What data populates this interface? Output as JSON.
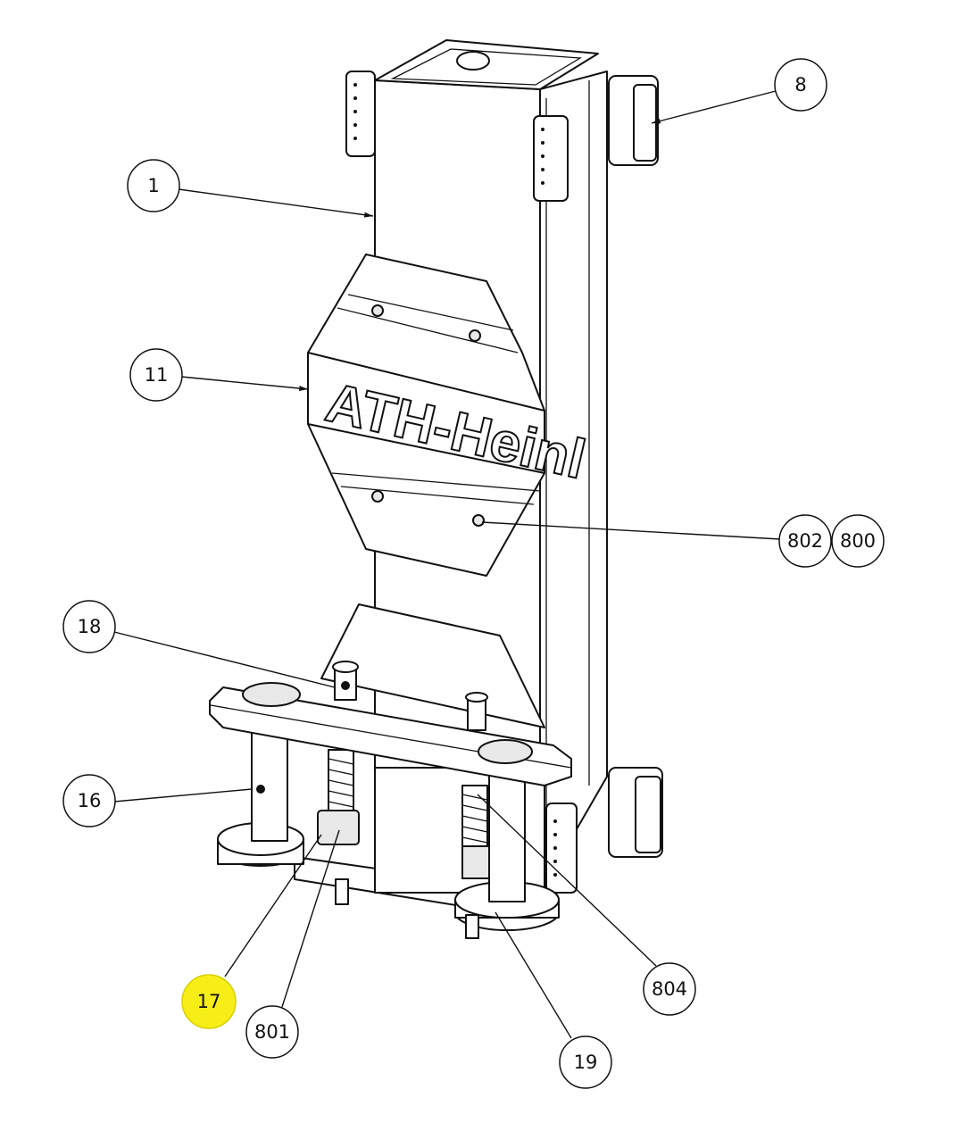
{
  "diagram": {
    "logo_text": "ATH-Heinl",
    "callouts": {
      "c1": "1",
      "c8": "8",
      "c11": "11",
      "c802": "802",
      "c800": "800",
      "c18": "18",
      "c16": "16",
      "c17": "17",
      "c801": "801",
      "c804": "804",
      "c19": "19"
    },
    "highlight_color": "#f7ee18",
    "highlighted_callout": "17"
  }
}
